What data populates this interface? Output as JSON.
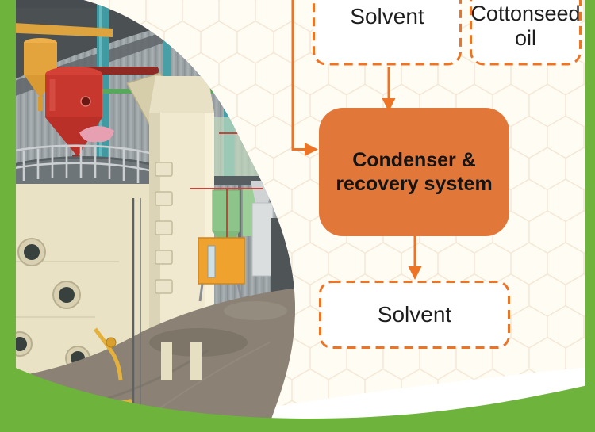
{
  "flowchart": {
    "top_left_box": {
      "label": "Solvent"
    },
    "top_right_box": {
      "label": "Cottonseed oil"
    },
    "process_box": {
      "label": "Condenser & recovery system"
    },
    "bottom_box": {
      "label": "Solvent"
    },
    "arrows": [
      {
        "name": "arrow-solvent-to-condenser",
        "direction": "down"
      },
      {
        "name": "arrow-elbow-from-top-left",
        "direction": "down-then-right"
      },
      {
        "name": "arrow-condenser-to-solvent",
        "direction": "down"
      }
    ]
  },
  "photo": {
    "description": "Cottonseed oil solvent extraction workshop: red cone tank, yellow hopper, cream extractor vessels with railed platform, teal pipes, yellow control cabinet, concrete floor"
  },
  "colors": {
    "process_box_orange": "#e2773a",
    "dashed_border_orange": "#ee7425",
    "brand_green": "#6db33c",
    "background_cream": "#fffcf3",
    "hexagon_line": "#f5e6d4",
    "text_dark": "#1e1e1e"
  }
}
